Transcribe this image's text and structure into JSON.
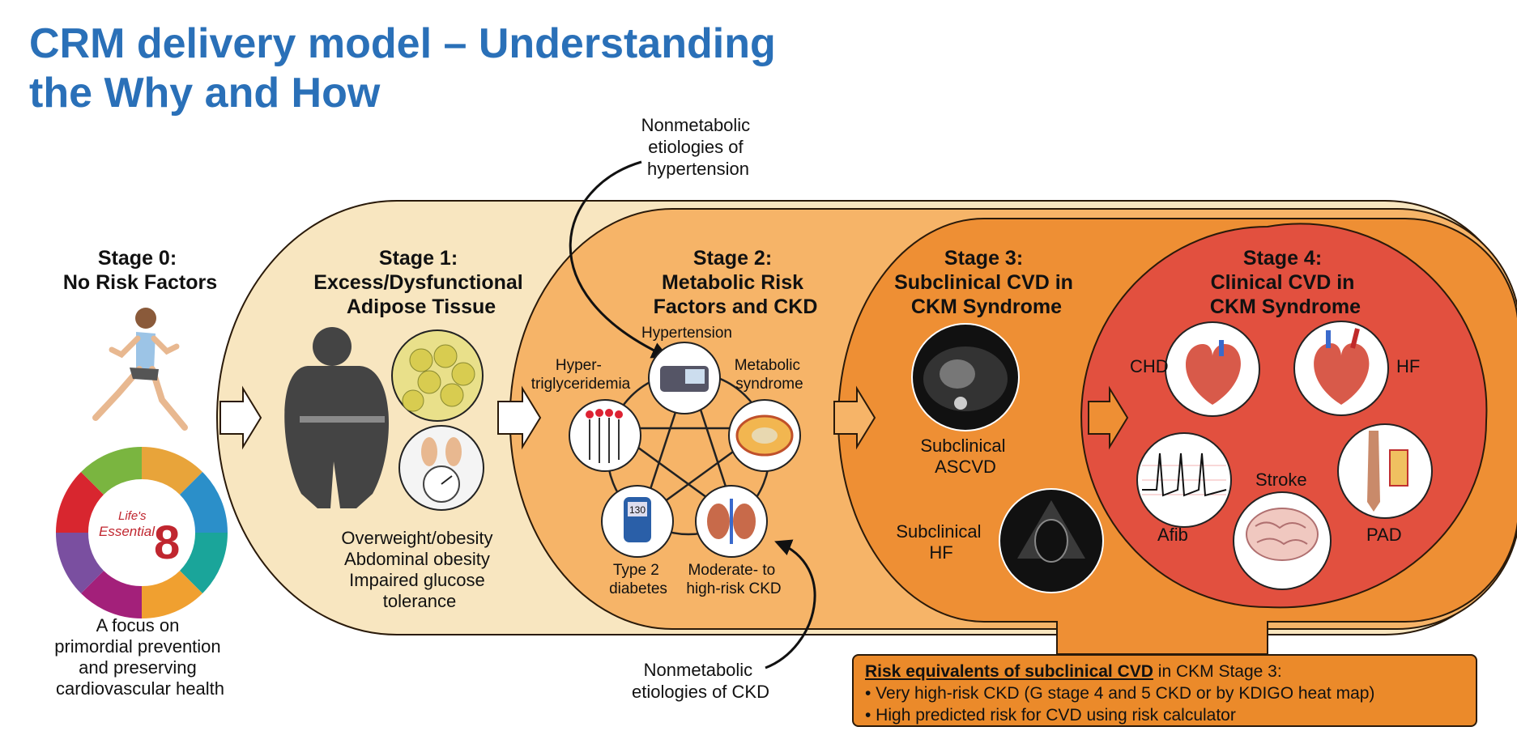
{
  "title_line1": "CRM delivery model – Understanding",
  "title_line2": "the Why and How",
  "annotations": {
    "nonmetabolic_htn": [
      "Nonmetabolic",
      "etiologies of",
      "hypertension"
    ],
    "nonmetabolic_ckd": [
      "Nonmetabolic",
      "etiologies of CKD"
    ]
  },
  "stage0": {
    "title": [
      "Stage 0:",
      "No Risk Factors"
    ],
    "life_essential": [
      "Life's",
      "Essential",
      "8"
    ],
    "focus": [
      "A focus on",
      "primordial prevention",
      "and preserving",
      "cardiovascular health"
    ]
  },
  "stage1": {
    "title": [
      "Stage 1:",
      "Excess/Dysfunctional",
      "Adipose Tissue"
    ],
    "items": [
      "Overweight/obesity",
      "Abdominal obesity",
      "Impaired glucose",
      "tolerance"
    ]
  },
  "stage2": {
    "title": [
      "Stage 2:",
      "Metabolic Risk",
      "Factors and CKD"
    ],
    "hypertension": "Hypertension",
    "hypertrig": [
      "Hyper-",
      "triglyceridemia"
    ],
    "metabolic": [
      "Metabolic",
      "syndrome"
    ],
    "diabetes": [
      "Type 2",
      "diabetes"
    ],
    "ckd": [
      "Moderate- to",
      "high-risk CKD"
    ],
    "meter_value": "130"
  },
  "stage3": {
    "title": [
      "Stage 3:",
      "Subclinical CVD in",
      "CKM Syndrome"
    ],
    "ascvd": [
      "Subclinical",
      "ASCVD"
    ],
    "hf": [
      "Subclinical",
      "HF"
    ]
  },
  "stage4": {
    "title": [
      "Stage 4:",
      "Clinical CVD in",
      "CKM Syndrome"
    ],
    "chd": "CHD",
    "hf": "HF",
    "afib": "Afib",
    "stroke": "Stroke",
    "pad": "PAD"
  },
  "risk_box": {
    "heading": "Risk equivalents of subclinical CVD",
    "heading_rest": " in CKM Stage 3:",
    "bullets": [
      "• Very high-risk CKD (G stage 4 and 5 CKD or by KDIGO heat map)",
      "• High predicted risk for CVD using risk calculator"
    ]
  },
  "colors": {
    "title": "#2a70b8",
    "stage1_bg": "#f8e6c0",
    "stage2_bg": "#f6b468",
    "stage3_bg": "#ee8f34",
    "stage4_bg": "#e2503f",
    "risk_box": "#eb8a2a"
  }
}
